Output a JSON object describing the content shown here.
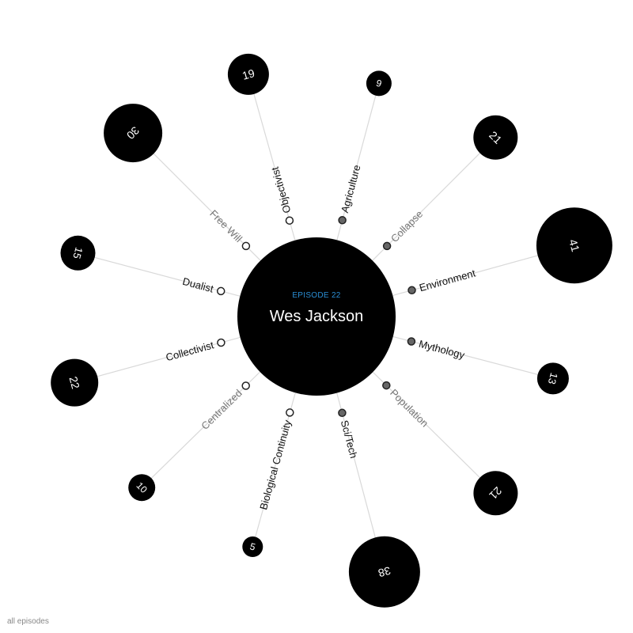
{
  "episode": {
    "label": "EPISODE 22",
    "guest": "Wes Jackson"
  },
  "footer": {
    "all_episodes_link": "all episodes"
  },
  "colors": {
    "hub_fill": "#000000",
    "episode_label": "#2b8fd6",
    "guest_name": "#ffffff",
    "spoke_line": "#d9d9d9",
    "count_fill": "#000000",
    "count_text": "#ffffff",
    "topic_dot_active_fill": "#666666",
    "topic_dot_inactive_fill": "#ffffff",
    "topic_label_bold": "#111111",
    "topic_label_light": "#777777"
  },
  "topics": [
    {
      "label": "Objectivist",
      "count": "19",
      "dot": "inactive",
      "emphasis": "bold"
    },
    {
      "label": "Agriculture",
      "count": "9",
      "dot": "active",
      "emphasis": "bold"
    },
    {
      "label": "Collapse",
      "count": "21",
      "dot": "active",
      "emphasis": "light"
    },
    {
      "label": "Environment",
      "count": "41",
      "dot": "active",
      "emphasis": "bold"
    },
    {
      "label": "Mythology",
      "count": "13",
      "dot": "active",
      "emphasis": "bold"
    },
    {
      "label": "Population",
      "count": "21",
      "dot": "active",
      "emphasis": "light"
    },
    {
      "label": "Sci/Tech",
      "count": "38",
      "dot": "active",
      "emphasis": "bold"
    },
    {
      "label": "Biological Continuity",
      "count": "5",
      "dot": "inactive",
      "emphasis": "bold"
    },
    {
      "label": "Centralized",
      "count": "10",
      "dot": "inactive",
      "emphasis": "light"
    },
    {
      "label": "Collectivist",
      "count": "22",
      "dot": "inactive",
      "emphasis": "bold"
    },
    {
      "label": "Dualist",
      "count": "15",
      "dot": "inactive",
      "emphasis": "bold"
    },
    {
      "label": "Free Will",
      "count": "30",
      "dot": "inactive",
      "emphasis": "light"
    }
  ]
}
